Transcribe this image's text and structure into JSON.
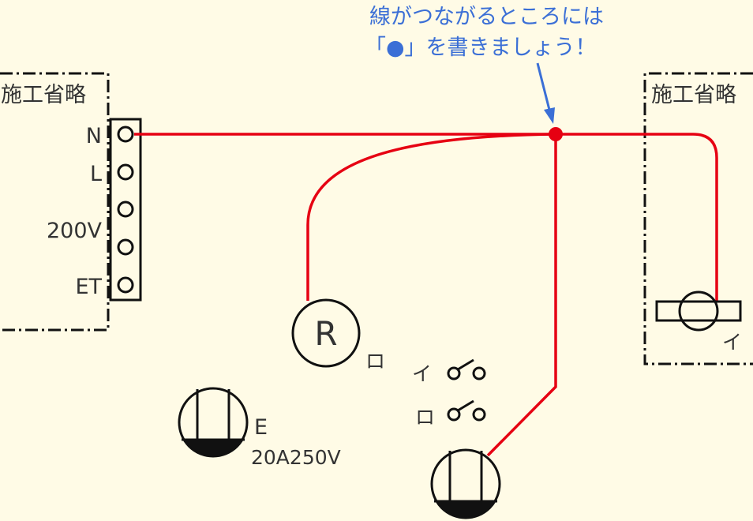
{
  "annotation": {
    "line1": "線がつながるところには",
    "line2": "「●」を書きましょう！"
  },
  "left_box": {
    "label": "施工省略"
  },
  "right_box": {
    "label": "施工省略"
  },
  "terminal_block": {
    "labels": {
      "n": "N",
      "l": "L",
      "voltage": "200V",
      "et": "ET"
    }
  },
  "devices": {
    "receptacle_r": {
      "symbol": "R",
      "circuit": "ロ"
    },
    "switch_1": {
      "circuit": "イ"
    },
    "switch_2": {
      "circuit": "ロ"
    },
    "lamp": {
      "circuit": "イ"
    },
    "outlet_e": {
      "grounding": "E",
      "rating": "20A250V"
    }
  },
  "colors": {
    "wire": "#e60012",
    "junction_dot": "#e60012",
    "annotation": "#3b6fd6",
    "background": "#fffbe6"
  }
}
